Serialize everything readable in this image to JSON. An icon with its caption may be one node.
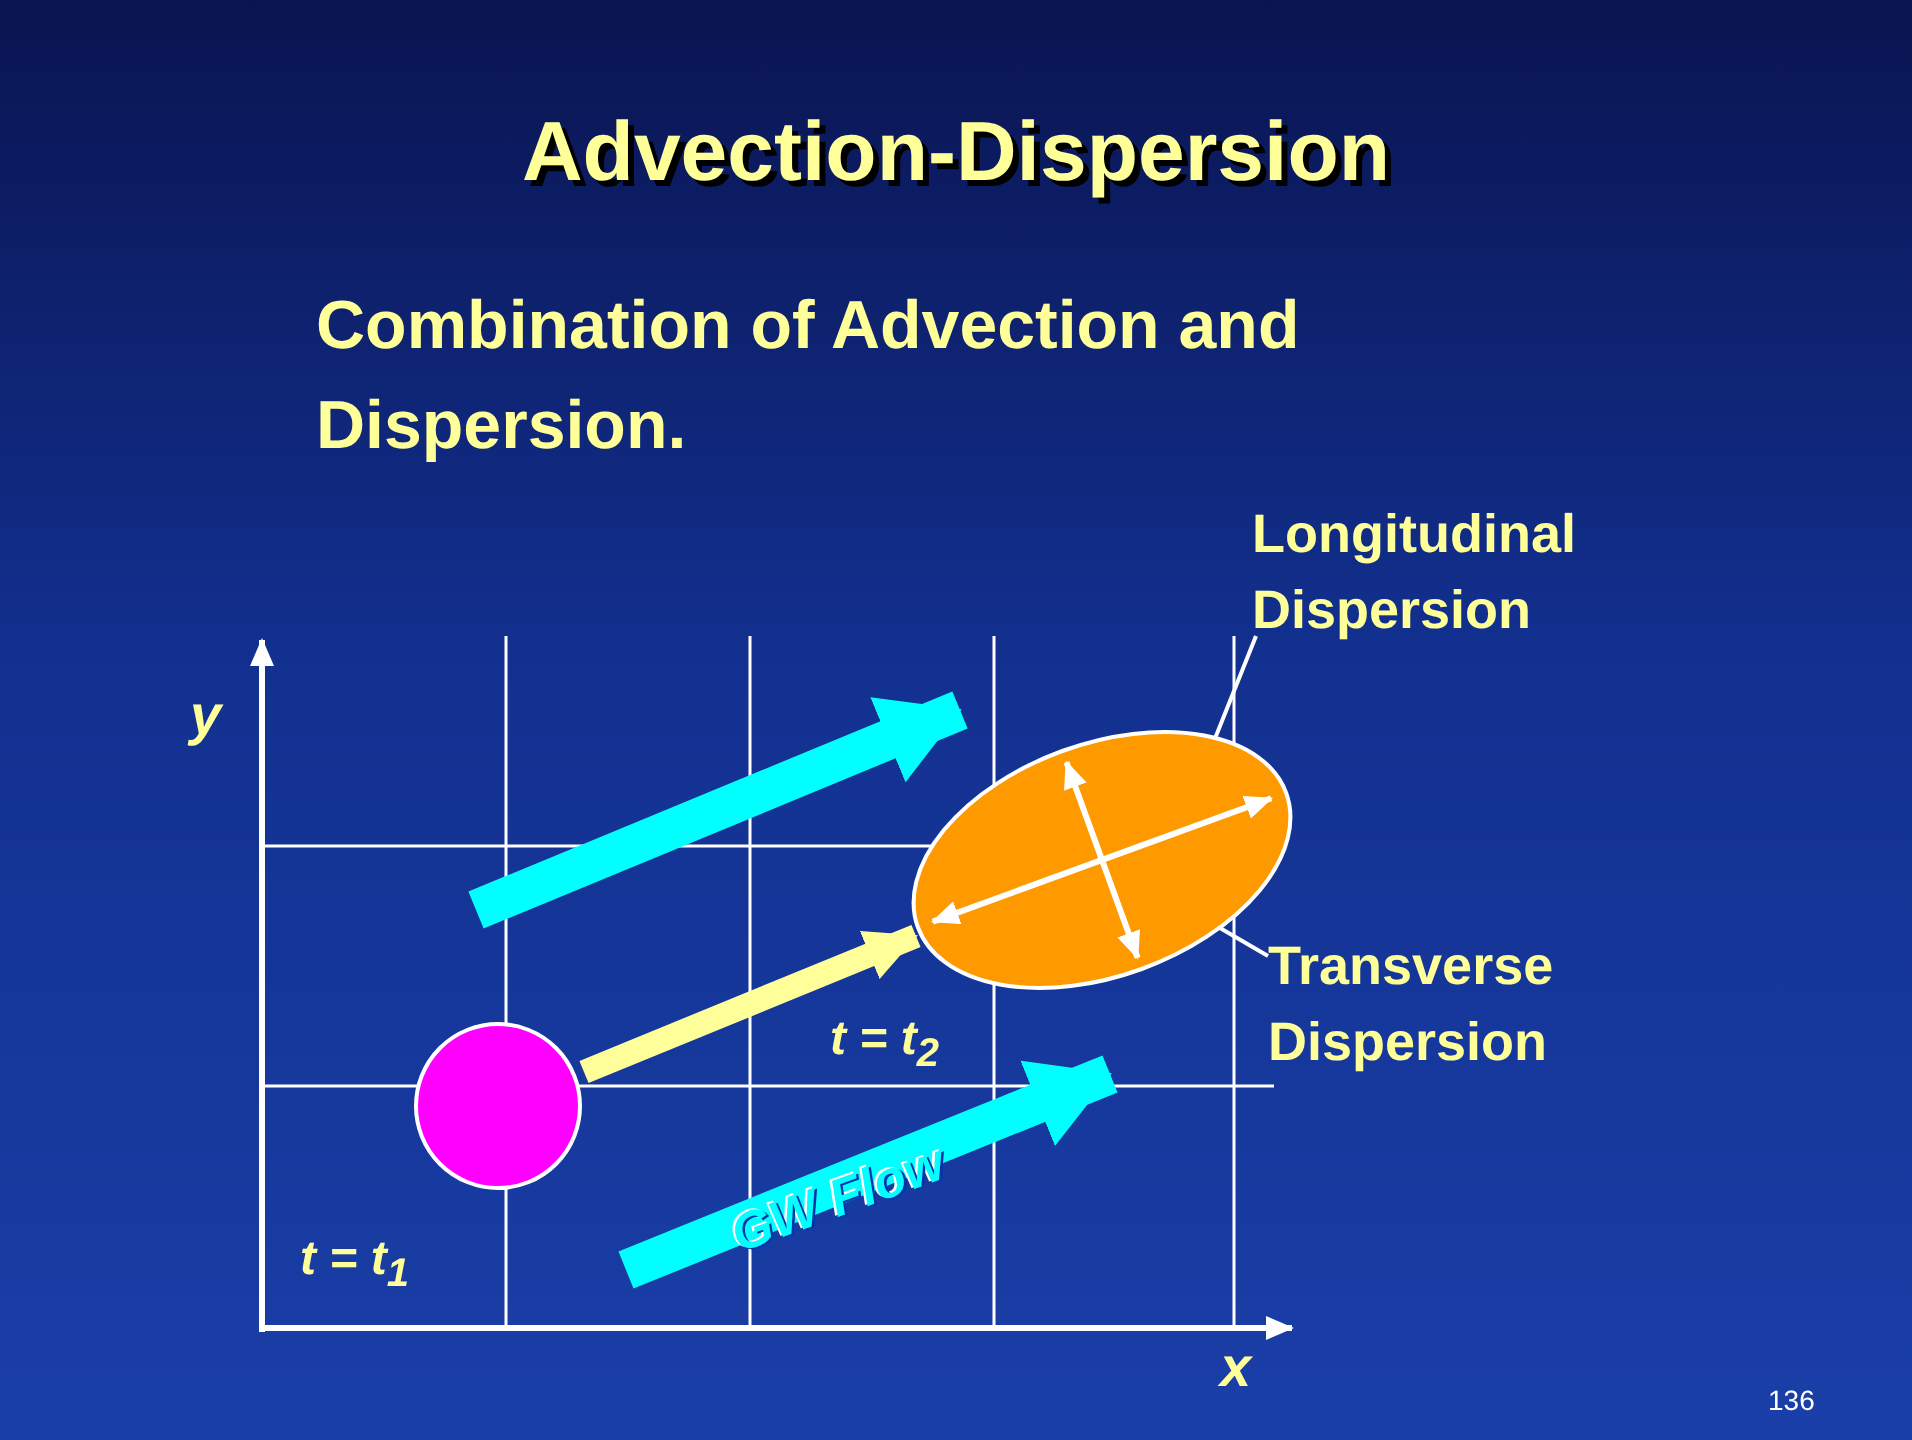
{
  "diagram": {
    "title": "Advection-Dispersion",
    "nodes": [
      {
        "text": [],
        "shape": "circle"
      },
      {
        "text": [],
        "shape": "ellipse"
      },
      {
        "text": [
          "Longitudinal Dispersion"
        ]
      },
      {
        "text": [
          "Transverse Dispersion"
        ]
      }
    ],
    "edges": [
      {
        "from": 0,
        "to": 1,
        "arrow": "to",
        "style": "thick",
        "color": "#ffff99"
      },
      {
        "from": 2,
        "to": 1,
        "arrow": "none"
      },
      {
        "from": 3,
        "to": 1,
        "arrow": "none"
      }
    ],
    "labels": [
      "Combination of Advection and Dispersion.",
      "y",
      "t = t$_{2}$",
      "t = t$_{1}$",
      "GW Flow",
      "x",
      "136"
    ]
  }
}
